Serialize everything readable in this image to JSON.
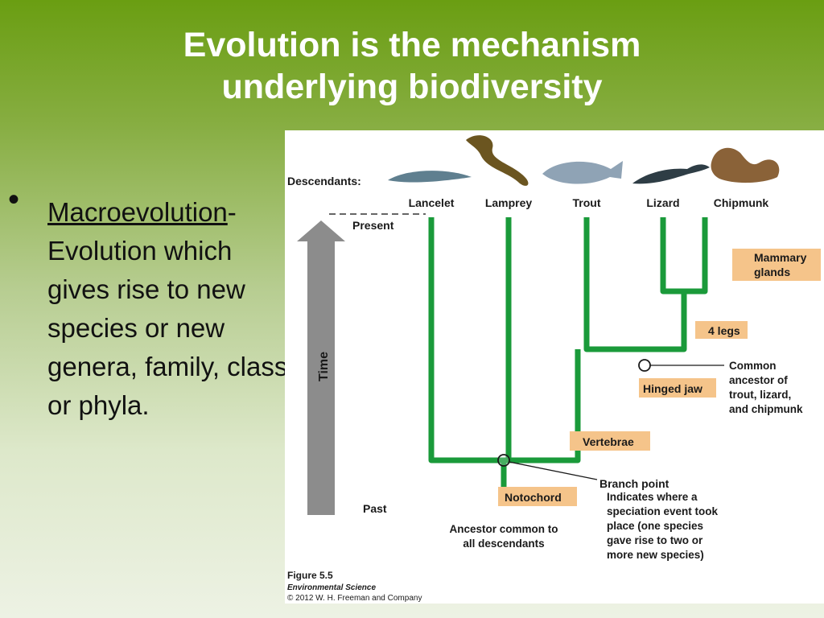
{
  "slide": {
    "title_line1": "Evolution is the mechanism",
    "title_line2": "underlying biodiversity",
    "bullet_term": "Macroevolution",
    "bullet_text": "- Evolution which gives rise to new species or new genera, family, class or phyla."
  },
  "figure": {
    "descendants_label": "Descendants:",
    "present_label": "Present",
    "past_label": "Past",
    "time_label": "Time",
    "taxa": [
      "Lancelet",
      "Lamprey",
      "Trout",
      "Lizard",
      "Chipmunk"
    ],
    "traits": {
      "mammary_line1": "Mammary",
      "mammary_line2": "glands",
      "four_legs": "4 legs",
      "hinged_jaw": "Hinged jaw",
      "vertebrae": "Vertebrae",
      "notochord": "Notochord"
    },
    "common_ancestor": [
      "Common",
      "ancestor of",
      "trout, lizard,",
      "and chipmunk"
    ],
    "branch_point_title": "Branch point",
    "branch_point_text": [
      "Indicates where a",
      "speciation event took",
      "place (one species",
      "gave rise to two or",
      "more new species)"
    ],
    "ancestor_all": [
      "Ancestor common to",
      "all descendants"
    ],
    "caption_figure": "Figure 5.5",
    "caption_book": "Environmental Science",
    "caption_copyright": "© 2012 W. H. Freeman and Company",
    "colors": {
      "branch": "#1a9a3a",
      "trait_box": "#f5c48a",
      "time_arrow": "#8c8c8c"
    }
  }
}
